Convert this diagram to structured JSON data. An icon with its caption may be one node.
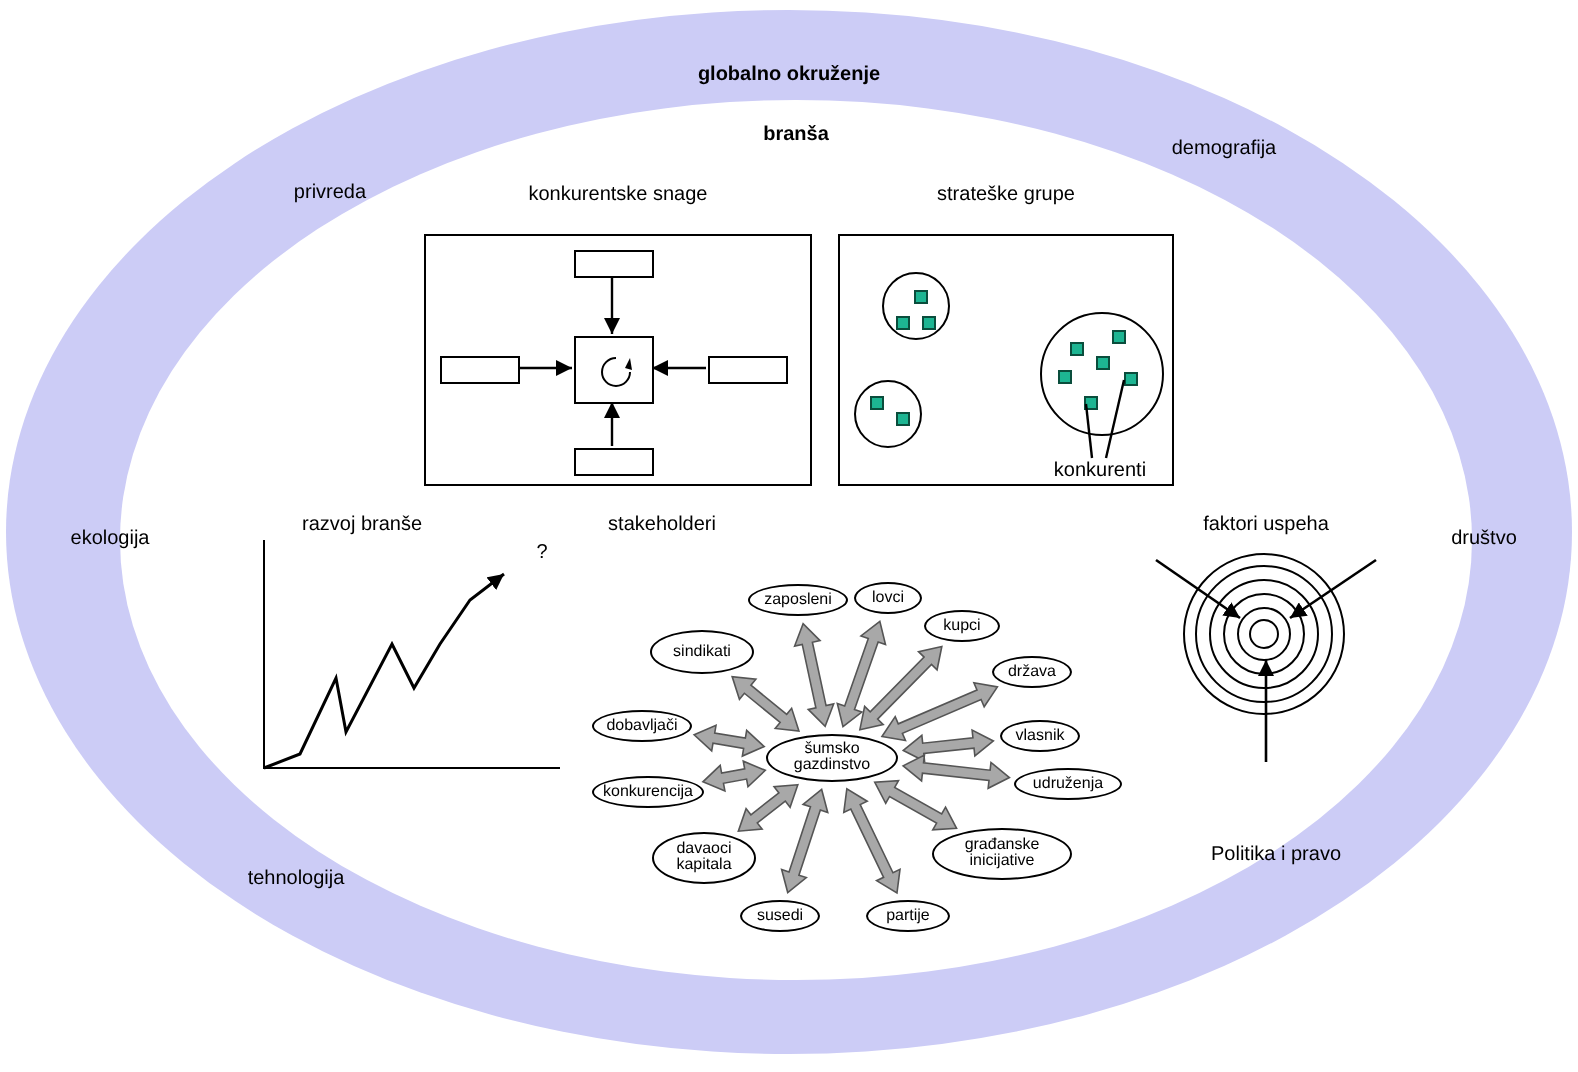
{
  "diagram": {
    "nodes": [
      {
        "text": [
          "globalno okruženje"
        ]
      },
      {
        "text": [
          "branša"
        ],
        "in": 0
      },
      {
        "text": [
          "konkurentske snage"
        ],
        "in": 1
      },
      {
        "text": [],
        "shape": "box",
        "in": 2
      },
      {
        "text": [],
        "shape": "box",
        "in": 2
      },
      {
        "text": [],
        "shape": "box",
        "in": 2
      },
      {
        "text": [],
        "shape": "box",
        "in": 2
      },
      {
        "text": [],
        "shape": "box",
        "in": 2
      },
      {
        "text": [
          "strateške grupe"
        ],
        "in": 1
      },
      {
        "text": [],
        "shape": "circle",
        "in": 8
      },
      {
        "text": [],
        "shape": "circle",
        "in": 8
      },
      {
        "text": [],
        "shape": "circle",
        "in": 8
      },
      {
        "text": [
          "konkurenti"
        ],
        "in": 8
      },
      {
        "text": [
          "šumsko gazdinstvo"
        ],
        "in": 1
      },
      {
        "text": [
          "zaposleni"
        ],
        "in": 1
      },
      {
        "text": [
          "lovci"
        ],
        "in": 1
      },
      {
        "text": [
          "kupci"
        ],
        "in": 1
      },
      {
        "text": [
          "država"
        ],
        "in": 1
      },
      {
        "text": [
          "vlasnik"
        ],
        "in": 1
      },
      {
        "text": [
          "udruženja"
        ],
        "in": 1
      },
      {
        "text": [
          "građanske inicijative"
        ],
        "in": 1
      },
      {
        "text": [
          "partije"
        ],
        "in": 1
      },
      {
        "text": [
          "susedi"
        ],
        "in": 1
      },
      {
        "text": [
          "davaoci kapitala"
        ],
        "in": 1
      },
      {
        "text": [
          "konkurencija"
        ],
        "in": 1
      },
      {
        "text": [
          "dobavljači"
        ],
        "in": 1
      },
      {
        "text": [
          "sindikati"
        ],
        "in": 1
      }
    ],
    "edges": [
      {
        "from": 3,
        "to": 5,
        "arrow": "to",
        "color": "#000000"
      },
      {
        "from": 4,
        "to": 5,
        "arrow": "to",
        "color": "#000000"
      },
      {
        "from": 6,
        "to": 5,
        "arrow": "to",
        "color": "#000000"
      },
      {
        "from": 7,
        "to": 5,
        "arrow": "to",
        "color": "#000000"
      },
      {
        "from": 12,
        "to": 10,
        "arrow": "none",
        "color": "#000000"
      },
      {
        "from": 12,
        "to": 10,
        "arrow": "none",
        "color": "#000000"
      },
      {
        "from": 13,
        "to": 14,
        "arrow": "both",
        "style": "thick"
      },
      {
        "from": 13,
        "to": 15,
        "arrow": "both",
        "style": "thick"
      },
      {
        "from": 13,
        "to": 16,
        "arrow": "both",
        "style": "thick"
      },
      {
        "from": 13,
        "to": 17,
        "arrow": "both",
        "style": "thick"
      },
      {
        "from": 13,
        "to": 18,
        "arrow": "both",
        "style": "thick"
      },
      {
        "from": 13,
        "to": 19,
        "arrow": "both",
        "style": "thick"
      },
      {
        "from": 13,
        "to": 20,
        "arrow": "both",
        "style": "thick"
      },
      {
        "from": 13,
        "to": 21,
        "arrow": "both",
        "style": "thick"
      },
      {
        "from": 13,
        "to": 22,
        "arrow": "both",
        "style": "thick"
      },
      {
        "from": 13,
        "to": 23,
        "arrow": "both",
        "style": "thick"
      },
      {
        "from": 13,
        "to": 24,
        "arrow": "both",
        "style": "thick"
      },
      {
        "from": 13,
        "to": 25,
        "arrow": "both",
        "style": "thick"
      },
      {
        "from": 13,
        "to": 26,
        "arrow": "both",
        "style": "thick"
      }
    ],
    "labels": [
      "demografija",
      "privreda",
      "razvoj branše",
      "stakeholderi",
      "faktori uspeha",
      "ekologija",
      "društvo",
      "?",
      "Politika i pravo",
      "tehnologija"
    ]
  }
}
